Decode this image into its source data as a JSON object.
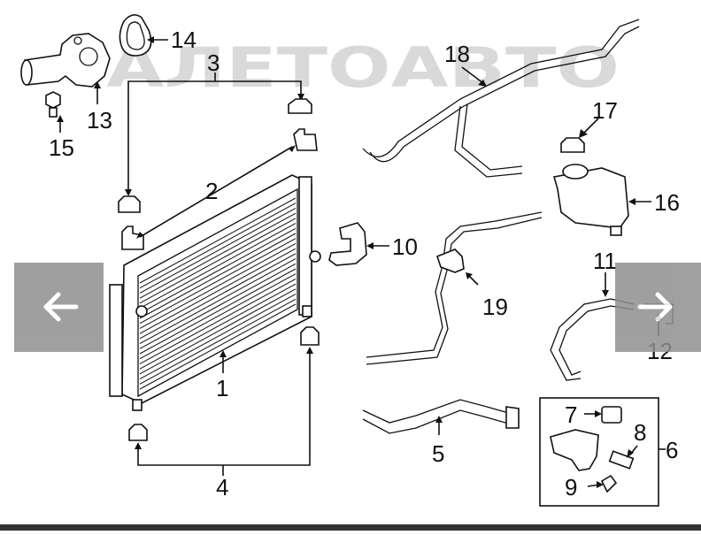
{
  "watermark": "АЛЕТОАВТО",
  "callouts": {
    "c1": "1",
    "c2": "2",
    "c3": "3",
    "c4": "4",
    "c5": "5",
    "c6": "6",
    "c7": "7",
    "c8": "8",
    "c9": "9",
    "c10": "10",
    "c11": "11",
    "c12": "12",
    "c13": "13",
    "c14": "14",
    "c15": "15",
    "c16": "16",
    "c17": "17",
    "c18": "18",
    "c19": "19"
  },
  "navigation": {
    "prev_icon": "arrow-left-icon",
    "next_icon": "arrow-right-icon"
  },
  "colors": {
    "nav_overlay": "#8f8f8f",
    "watermark": "#d9d9d9",
    "lines": "#111111"
  }
}
